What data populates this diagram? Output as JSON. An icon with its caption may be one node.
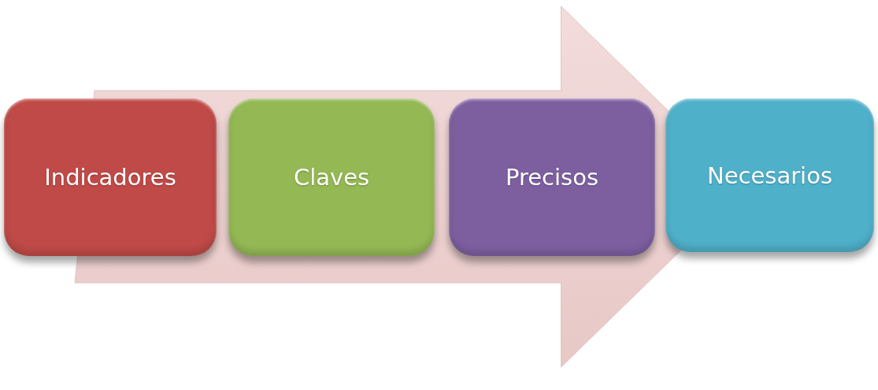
{
  "diagram": {
    "nodes": [
      {
        "text": [
          "Indicadores"
        ]
      },
      {
        "text": [
          "Claves"
        ]
      },
      {
        "text": [
          "Precisos"
        ]
      },
      {
        "text": [
          "Necesarios"
        ]
      }
    ],
    "edges": [
      {
        "from": 0,
        "to": 3,
        "arrow": "to"
      }
    ]
  }
}
